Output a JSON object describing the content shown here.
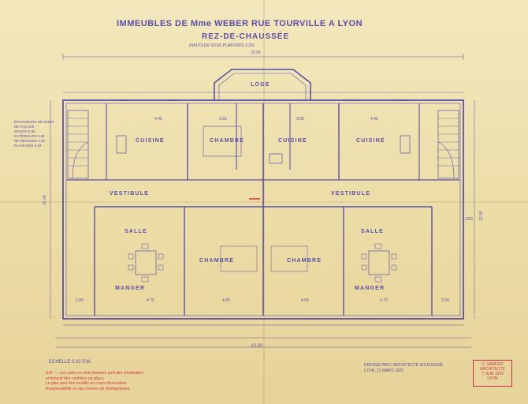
{
  "document": {
    "title": "IMMEUBLES DE Mme WEBER RUE TOURVILLE A LYON",
    "subtitle": "REZ-DE-CHAUSSÉE",
    "height_note": "(HAUTEUR SOUS PLAFONDS 3.25)",
    "scale": "ECHELLE 0.02 P.M.",
    "architect_lines": [
      "DRESSÉ PAR L'ARCHITECTE SOUSSIGNÉ",
      "LYON, 21 MARS 1929"
    ],
    "stamp_lines": [
      "C. SANDOZ",
      "ARCHITECTE",
      "7 JUIN 1929",
      "LYON"
    ],
    "notes": [
      "N.B. — Les cotes ne sont données qu'à titre d'indication",
      "et doivent être vérifiées sur place.",
      "Le plan peut être modifié en cours d'exécution.",
      "Responsabilité en cas d'erreur de l'entrepreneur."
    ],
    "left_notes": [
      "ÉPAISSEURS DE MURS",
      "DE FAÇADE",
      "MAÇON 0.50",
      "EXTÉRIEURS 0.55",
      "DE REFENDS 0.25",
      "PLANCHER 0.18"
    ],
    "side_note": "1/50"
  },
  "rooms": {
    "loge": "LOGE",
    "cuisine_1": "CUISINE",
    "chambre_1": "CHAMBRE",
    "cuisine_2": "CUISINE",
    "cuisine_3": "CUISINE",
    "vestibule_1": "VESTIBULE",
    "vestibule_2": "VESTIBULE",
    "salle_1": "SALLE",
    "salle_2": "SALLE",
    "chambre_2": "CHAMBRE",
    "chambre_3": "CHAMBRE",
    "manger_1": "MANGER",
    "manger_2": "MANGER"
  },
  "dimensions": {
    "overall_width": "23.50",
    "top_width": "23.50",
    "left_height": "12.00",
    "right_height": "12.00",
    "cuisine_1_w": "4.45",
    "chambre_1_w": "3.65",
    "cuisine_2_w": "3.65",
    "cuisine_3_w": "4.45",
    "salle_1_w": "4.70",
    "chambre_2_w": "4.05",
    "chambre_3_w": "4.05",
    "salle_2_w": "4.70",
    "bottom_seg_1": "2.00",
    "bottom_seg_2": "2.00"
  },
  "colors": {
    "ink": "#5a4fa8",
    "red_ink": "#d8344c",
    "paper": "#efe2b0"
  }
}
